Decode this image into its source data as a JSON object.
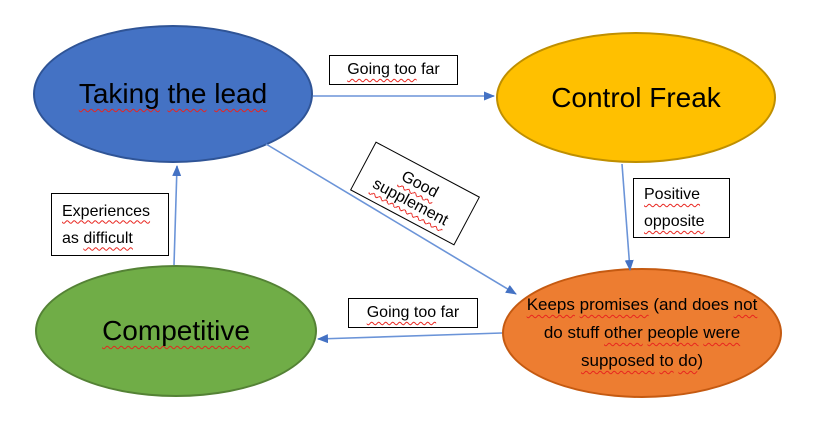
{
  "colors": {
    "arrow_line": "#6B94D8",
    "arrow_head": "#4472C4",
    "box_border": "#000000",
    "squiggle": "#E8251F"
  },
  "nodes": {
    "taking_the_lead": {
      "text": "Taking the lead",
      "label": [
        {
          "t": "Taking",
          "sq": true
        },
        {
          "t": " "
        },
        {
          "t": "the",
          "sq": true
        },
        {
          "t": " "
        },
        {
          "t": "lead",
          "sq": true
        }
      ],
      "fill": "#4472C4",
      "border": "#2F5496"
    },
    "control_freak": {
      "text": "Control Freak",
      "label": [
        {
          "t": "Control Freak"
        }
      ],
      "fill": "#FFC000",
      "border": "#BF8F00"
    },
    "competitive": {
      "text": "Competitive",
      "label": [
        {
          "t": "Competitive",
          "sq": true
        }
      ],
      "fill": "#70AD47",
      "border": "#548235"
    },
    "keeps_promises": {
      "text": "Keeps promises (and does not do stuff other people were supposed to do)",
      "label": [
        {
          "t": "Keeps",
          "sq": true
        },
        {
          "t": " "
        },
        {
          "t": "promises",
          "sq": true
        },
        {
          "t": " (and does "
        },
        {
          "t": "not",
          "sq": true
        },
        {
          "br": true
        },
        {
          "t": "do stuff "
        },
        {
          "t": "other",
          "sq": true
        },
        {
          "t": " "
        },
        {
          "t": "people",
          "sq": true
        },
        {
          "t": " "
        },
        {
          "t": "were",
          "sq": true
        },
        {
          "br": true
        },
        {
          "t": "supposed",
          "sq": true
        },
        {
          "t": " "
        },
        {
          "t": "to",
          "sq": true
        },
        {
          "t": " "
        },
        {
          "t": "do",
          "sq": true
        },
        {
          "t": ")"
        }
      ],
      "fill": "#ED7D31",
      "border": "#C55A11"
    }
  },
  "edge_labels": {
    "going_too_far_top": {
      "text": "Going too far",
      "segments": [
        {
          "t": "Going too",
          "sq": true
        },
        {
          "t": " far"
        }
      ]
    },
    "good_supplement": {
      "text": "Good supplement",
      "segments": [
        {
          "t": "Good",
          "sq": true
        },
        {
          "br": true
        },
        {
          "t": "supplement",
          "sq": true
        }
      ]
    },
    "positive_opposite": {
      "text": "Positive opposite",
      "segments": [
        {
          "t": "Positive",
          "sq": true
        },
        {
          "br": true
        },
        {
          "t": "opposite",
          "sq": true
        }
      ]
    },
    "experiences_as_difficult": {
      "text": "Experiences as difficult",
      "segments": [
        {
          "t": "Experiences",
          "sq": true
        },
        {
          "br": true
        },
        {
          "t": "as "
        },
        {
          "t": "difficult",
          "sq": true
        }
      ]
    },
    "going_too_far_bottom": {
      "text": "Going too far",
      "segments": [
        {
          "t": "Going too",
          "sq": true
        },
        {
          "t": " far"
        }
      ]
    }
  },
  "edges": [
    {
      "from": "Taking the lead",
      "to": "Control Freak",
      "label": "Going too far"
    },
    {
      "from": "Taking the lead",
      "to": "Keeps promises (and does not do stuff other people were supposed to do)",
      "label": "Good supplement"
    },
    {
      "from": "Control Freak",
      "to": "Keeps promises (and does not do stuff other people were supposed to do)",
      "label": "Positive opposite"
    },
    {
      "from": "Keeps promises (and does not do stuff other people were supposed to do)",
      "to": "Competitive",
      "label": "Going too far"
    },
    {
      "from": "Competitive",
      "to": "Taking the lead",
      "label": "Experiences as difficult"
    }
  ]
}
